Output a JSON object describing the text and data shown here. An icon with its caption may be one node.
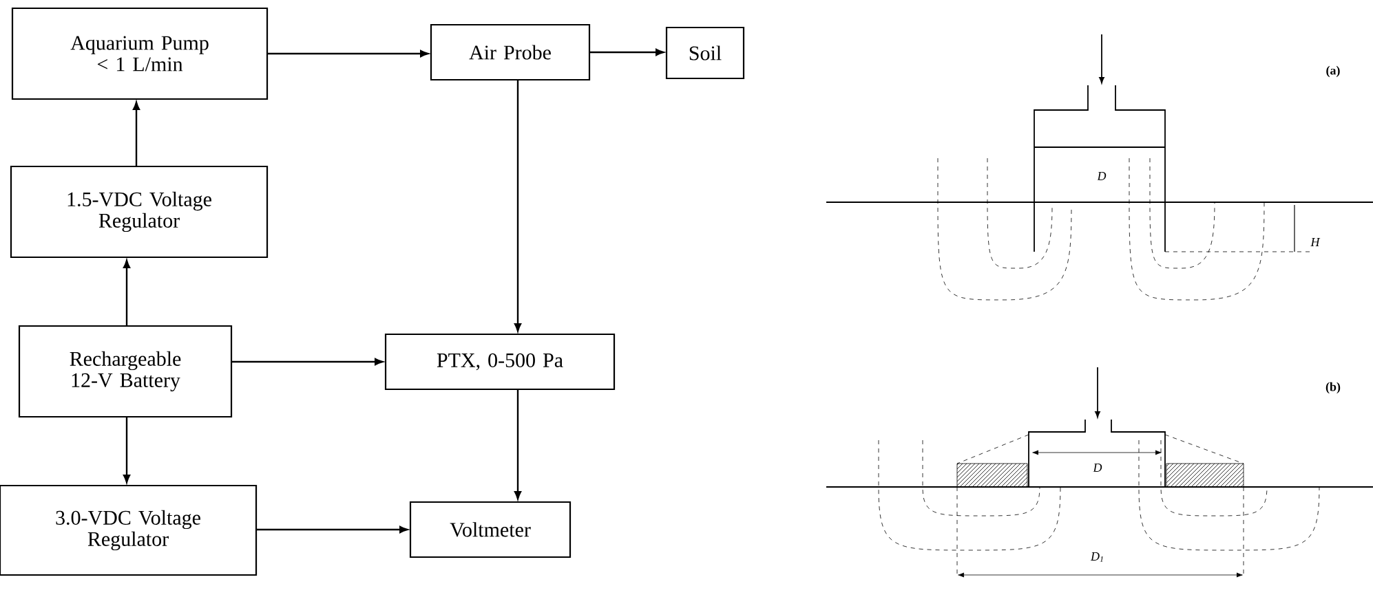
{
  "diagram": {
    "nodes": [
      {
        "text": [
          "Aquarium Pump < 1 L/min"
        ]
      },
      {
        "text": [
          "Air Probe"
        ]
      },
      {
        "text": [
          "Soil"
        ]
      },
      {
        "text": [
          "1.5-VDC Voltage Regulator"
        ]
      },
      {
        "text": [
          "Rechargeable 12-V Battery"
        ]
      },
      {
        "text": [
          "PTX, 0-500 Pa"
        ]
      },
      {
        "text": [
          "3.0-VDC Voltage Regulator"
        ]
      },
      {
        "text": [
          "Voltmeter"
        ]
      }
    ],
    "edges": [
      {
        "from": 0,
        "to": 1,
        "arrow": "to"
      },
      {
        "from": 1,
        "to": 2,
        "arrow": "to"
      },
      {
        "from": 3,
        "to": 0,
        "arrow": "to"
      },
      {
        "from": 4,
        "to": 3,
        "arrow": "to"
      },
      {
        "from": 4,
        "to": 5,
        "arrow": "to"
      },
      {
        "from": 4,
        "to": 6,
        "arrow": "to"
      },
      {
        "from": 1,
        "to": 5,
        "arrow": "to"
      },
      {
        "from": 5,
        "to": 7,
        "arrow": "to"
      },
      {
        "from": 6,
        "to": 7,
        "arrow": "to"
      }
    ],
    "labels": [
      "(a)",
      "D",
      "H",
      "(b)",
      "D",
      "D$_{1}$"
    ]
  }
}
